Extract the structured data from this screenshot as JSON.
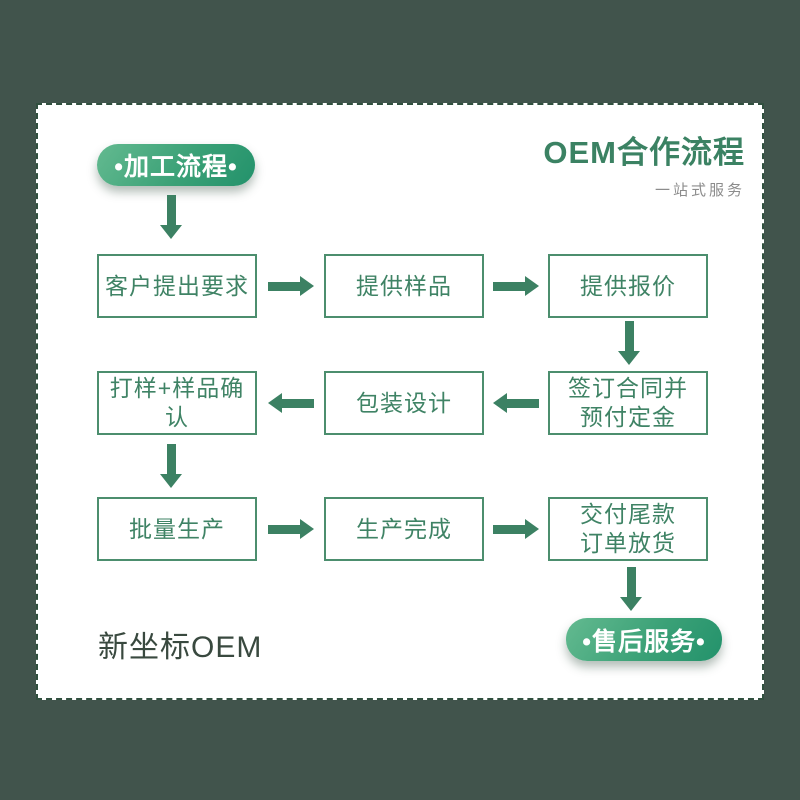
{
  "page": {
    "background_color": "#41544C",
    "card_color": "#FFFFFF",
    "card_border_color": "#31503F",
    "accent_green": "#3C8163",
    "pill_gradient": [
      "#63BA90",
      "#23926B"
    ]
  },
  "header": {
    "title": "OEM合作流程",
    "subtitle": "一站式服务"
  },
  "badges": {
    "start": "•加工流程•",
    "end": "•售后服务•"
  },
  "flow": {
    "boxes": {
      "r1c1": "客户提出要求",
      "r1c2": "提供样品",
      "r1c3": "提供报价",
      "r2c1": "打样+样品确认",
      "r2c2": "包装设计",
      "r2c3": "签订合同并\n预付定金",
      "r3c1": "批量生产",
      "r3c2": "生产完成",
      "r3c3": "交付尾款\n订单放货"
    }
  },
  "footer": {
    "brand": "新坐标OEM"
  }
}
